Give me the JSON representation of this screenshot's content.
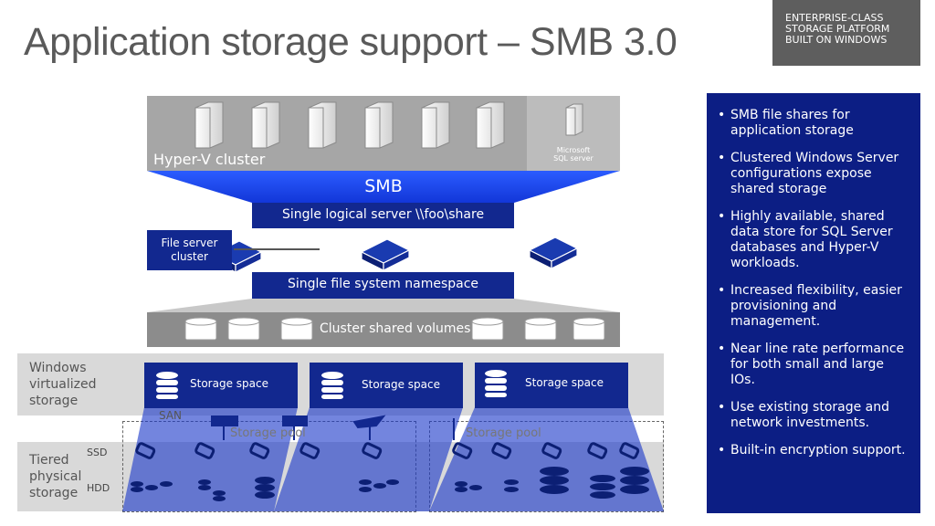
{
  "title": "Application storage support – SMB 3.0",
  "badge": [
    "ENTERPRISE-CLASS",
    "STORAGE PLATFORM",
    "BUILT ON WINDOWS"
  ],
  "diagram": {
    "hyperv_label": "Hyper-V cluster",
    "sql_label_line1": "Microsoft",
    "sql_label_line2": "SQL server",
    "smb_label": "SMB",
    "logical_server": "Single logical server \\\\foo\\share",
    "file_server_cluster_line1": "File server",
    "file_server_cluster_line2": "cluster",
    "namespace": "Single file system namespace",
    "csv_label": "Cluster shared volumes",
    "windows_storage": [
      "Windows",
      "virtualized",
      "storage"
    ],
    "tiered_storage": [
      "Tiered",
      "physical",
      "storage"
    ],
    "ssd": "SSD",
    "hdd": "HDD",
    "san_fragment": "SAN",
    "storage_spaces": [
      "Storage space",
      "Storage space",
      "Storage space"
    ],
    "storage_pools": [
      "Storage pool",
      "Storage pool"
    ]
  },
  "bullets": [
    "SMB file shares for application storage",
    "Clustered Windows Server configurations expose shared storage",
    "Highly available, shared data store for SQL Server databases and Hyper-V workloads.",
    "Increased flexibility, easier provisioning and management.",
    "Near line rate performance for both small and large IOs.",
    "Use existing storage and network investments.",
    "Built-in encryption support."
  ],
  "colors": {
    "navy": "#12288f",
    "panel": "#0c1e84",
    "smb_blue": "#1a49f0",
    "gray_band": "#d9d9d9",
    "hyperv_gray": "#a6a6a6"
  }
}
